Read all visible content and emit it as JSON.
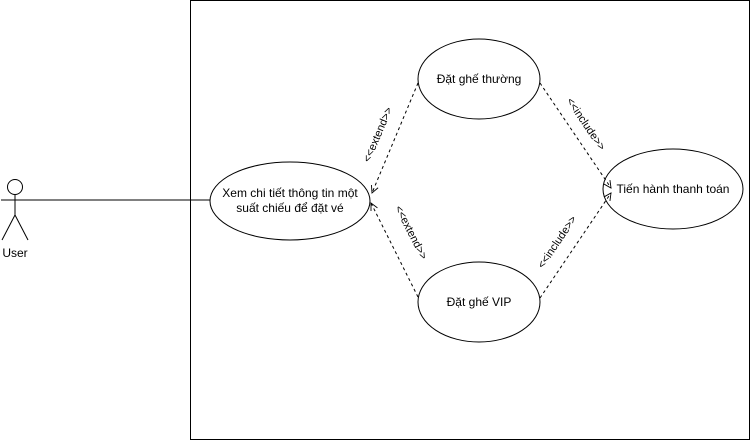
{
  "actor": {
    "name": "User"
  },
  "use_cases": {
    "view_details": {
      "line1": "Xem chi tiết thông tin một",
      "line2": "suất chiếu để đặt vé"
    },
    "regular_seat": {
      "label": "Đặt ghế thường"
    },
    "vip_seat": {
      "label": "Đặt ghế VIP"
    },
    "payment": {
      "label": "Tiến hành thanh toán"
    }
  },
  "relations": {
    "extend_regular": "<<extend>>",
    "extend_vip": "<<extend>>",
    "include_regular": "<<include>>",
    "include_vip": "<<include>>"
  },
  "colors": {
    "stroke": "#000000",
    "background": "#ffffff"
  }
}
